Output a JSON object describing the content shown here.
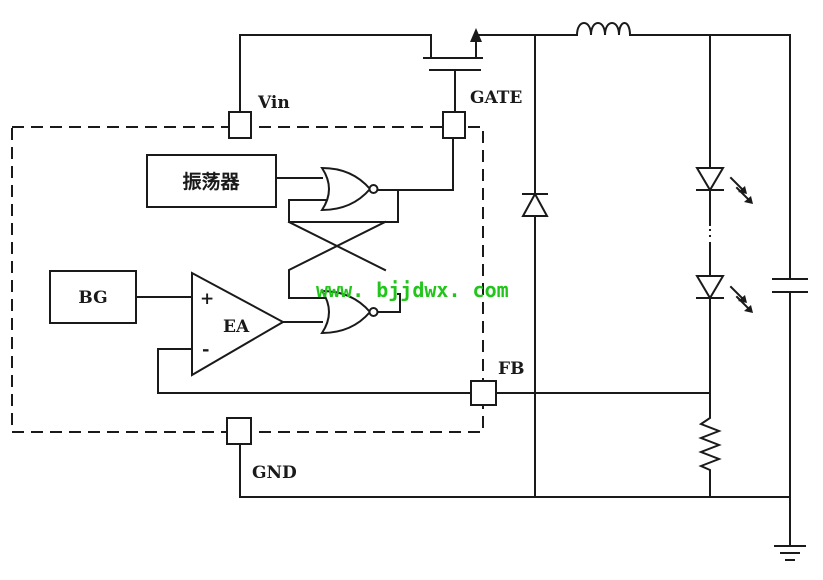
{
  "labels": {
    "vin": "Vin",
    "gate": "GATE",
    "oscillator": "振荡器",
    "bg": "BG",
    "ea": "EA",
    "plus": "+",
    "minus": "-",
    "fb": "FB",
    "gnd": "GND"
  },
  "watermark": "www. bjjdwx. com",
  "colors": {
    "line": "#1a1a1a",
    "watermark": "#22c51c"
  }
}
